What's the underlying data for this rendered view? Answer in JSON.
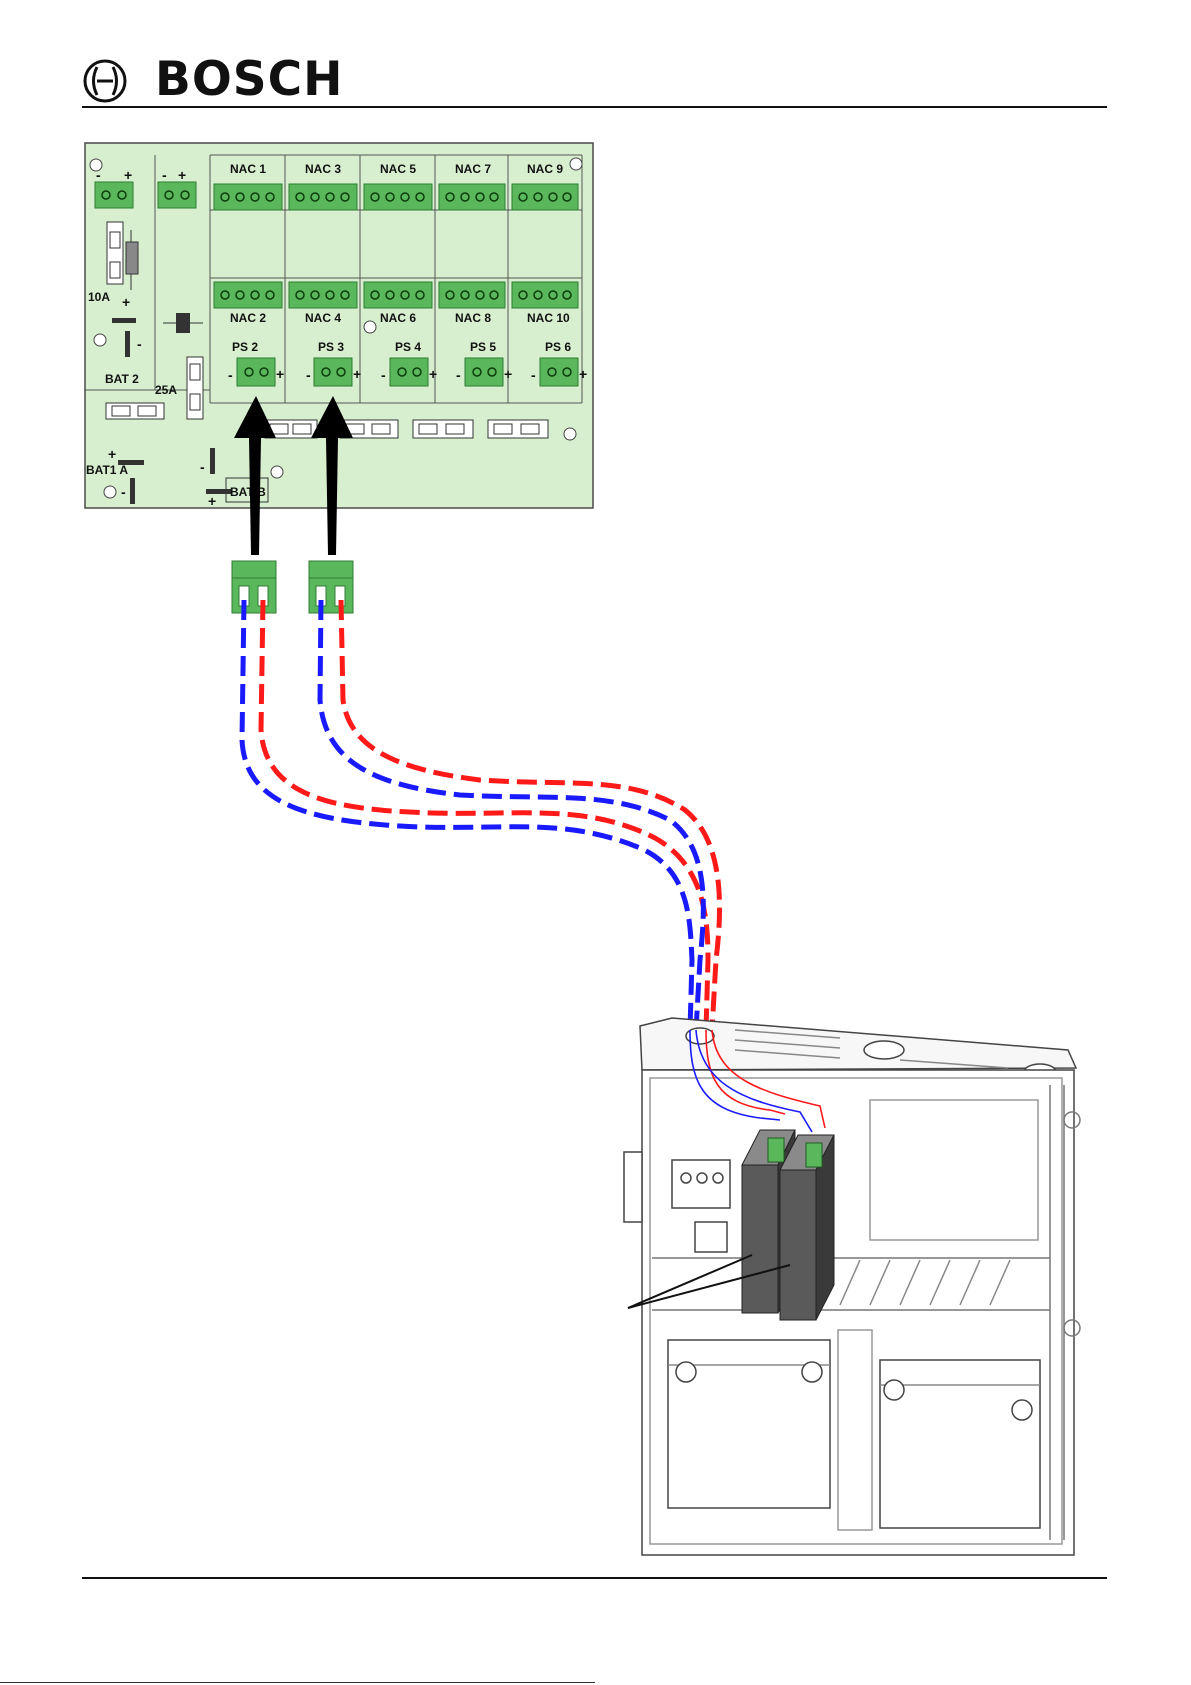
{
  "header": {
    "brand": "BOSCH",
    "logo_icon": "bosch-armature-icon"
  },
  "colors": {
    "board": "#d7efcf",
    "board_border": "#4a4a4a",
    "connector": "#5bb75b",
    "connector_dark": "#2e7d32",
    "wire_positive": "#ff1a1a",
    "wire_negative": "#1a1aff",
    "arrow": "#000000",
    "module": "#5a5a5a"
  },
  "board": {
    "nac_top": [
      "NAC 1",
      "NAC 3",
      "NAC 5",
      "NAC 7",
      "NAC 9"
    ],
    "nac_bottom": [
      "NAC 2",
      "NAC 4",
      "NAC 6",
      "NAC 8",
      "NAC 10"
    ],
    "ps": [
      "PS 2",
      "PS 3",
      "PS 4",
      "PS 5",
      "PS 6"
    ],
    "fuse_10a": "10A",
    "fuse_25a": "25A",
    "bat2": "BAT 2",
    "bat1a": "BAT1 A",
    "bat1b": "BAT B",
    "plus": "+",
    "minus": "-"
  }
}
